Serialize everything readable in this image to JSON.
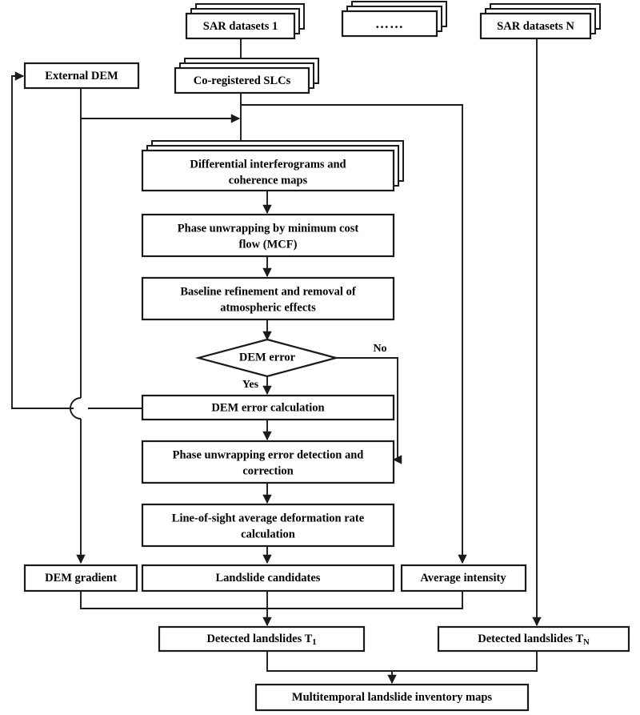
{
  "diagram": {
    "title": "SAR multitemporal landslide inventory processing flowchart",
    "type": "flowchart",
    "colors": {
      "stroke": "#1a1a1a",
      "fill": "#ffffff",
      "background": "#ffffff"
    }
  },
  "nodes": {
    "sar_datasets_1": {
      "label": "SAR datasets 1",
      "shape": "stacked-box"
    },
    "sar_datasets_dots": {
      "label": "……",
      "shape": "stacked-box"
    },
    "sar_datasets_n": {
      "label": "SAR datasets N",
      "shape": "stacked-box"
    },
    "external_dem": {
      "label": "External DEM",
      "shape": "box"
    },
    "coregistered_slcs": {
      "label": "Co-registered SLCs",
      "shape": "stacked-box"
    },
    "differential_interferograms": {
      "label_line1": "Differential interferograms and",
      "label_line2": "coherence maps",
      "shape": "stacked-box"
    },
    "phase_unwrapping_mcf": {
      "label_line1": "Phase unwrapping by minimum cost",
      "label_line2": "flow (MCF)",
      "shape": "box"
    },
    "baseline_refinement": {
      "label_line1": "Baseline refinement and removal of",
      "label_line2": "atmospheric effects",
      "shape": "box"
    },
    "dem_error_decision": {
      "label": "DEM error",
      "shape": "diamond"
    },
    "dem_error_calculation": {
      "label": "DEM error calculation",
      "shape": "box"
    },
    "phase_unwrapping_error": {
      "label_line1": "Phase unwrapping error detection and",
      "label_line2": "correction",
      "shape": "box"
    },
    "los_deformation_rate": {
      "label_line1": "Line-of-sight average deformation rate",
      "label_line2": "calculation",
      "shape": "box"
    },
    "dem_gradient": {
      "label": "DEM gradient",
      "shape": "box"
    },
    "landslide_candidates": {
      "label": "Landslide candidates",
      "shape": "box"
    },
    "average_intensity": {
      "label": "Average intensity",
      "shape": "box"
    },
    "detected_landslides_t1": {
      "label": "Detected landslides T",
      "subscript": "1",
      "shape": "box"
    },
    "detected_landslides_tn": {
      "label": "Detected landslides T",
      "subscript": "N",
      "shape": "box"
    },
    "multitemporal_maps": {
      "label": "Multitemporal landslide inventory maps",
      "shape": "box"
    }
  },
  "edge_labels": {
    "decision_yes": "Yes",
    "decision_no": "No"
  }
}
